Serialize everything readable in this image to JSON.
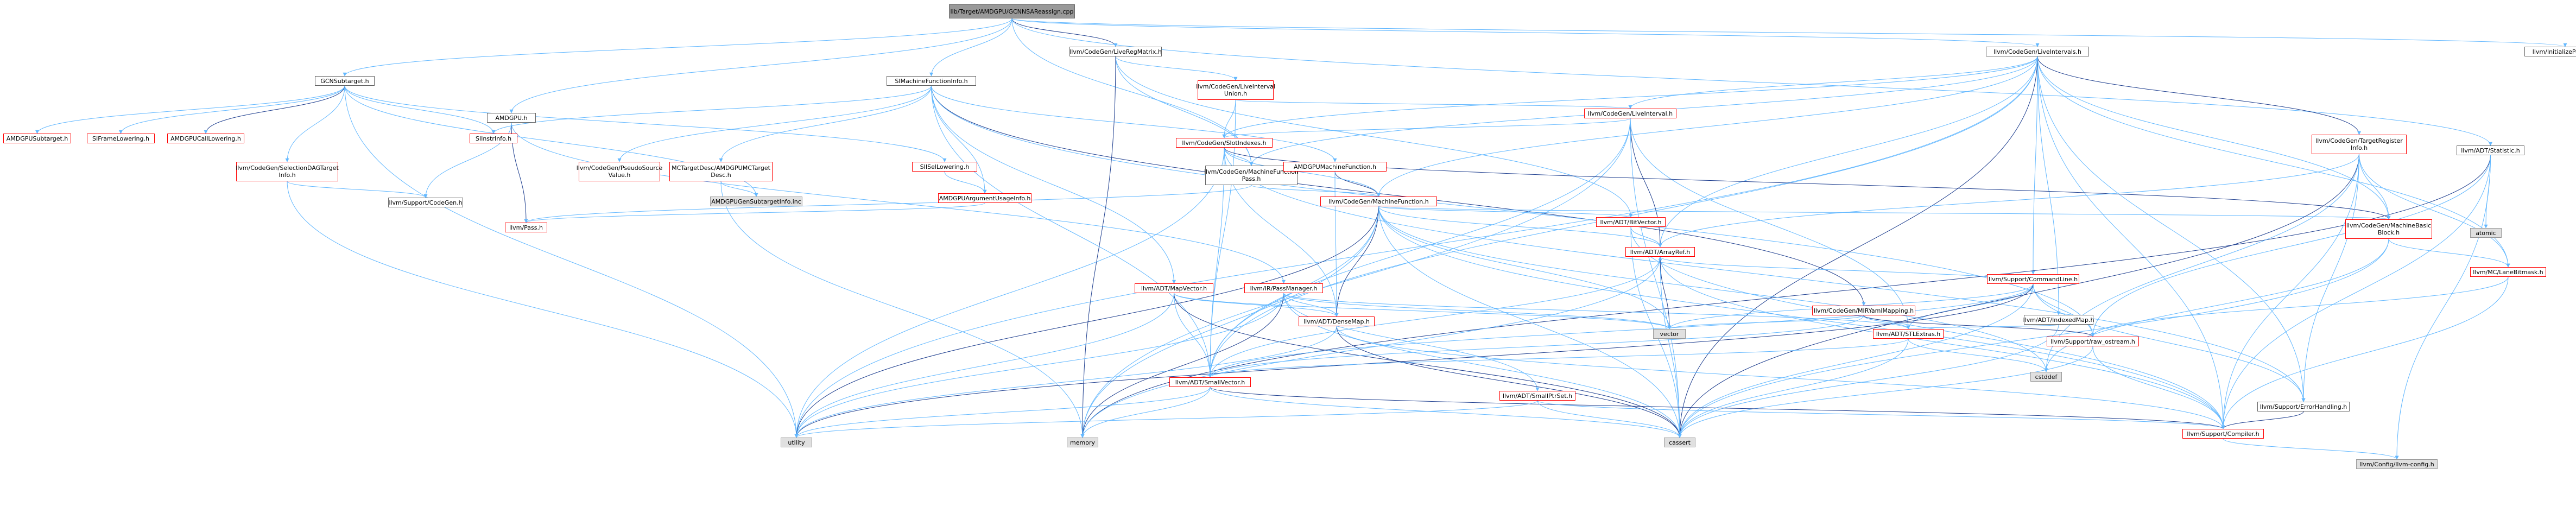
{
  "nodes": [
    {
      "id": "root",
      "label": "lib/Target/AMDGPU/GCNNSAReassign.cpp",
      "kind": "root"
    },
    {
      "id": "gcnsub",
      "label": "GCNSubtarget.h",
      "kind": "normal"
    },
    {
      "id": "amdgpu",
      "label": "AMDGPU.h",
      "kind": "normal"
    },
    {
      "id": "simfi",
      "label": "SIMachineFunctionInfo.h",
      "kind": "normal"
    },
    {
      "id": "lrm",
      "label": "llvm/CodeGen/LiveRegMatrix.h",
      "kind": "normal"
    },
    {
      "id": "lis",
      "label": "llvm/CodeGen/LiveIntervals.h",
      "kind": "normal"
    },
    {
      "id": "mfp",
      "label": "llvm/CodeGen/MachineFunction\nPass.h",
      "kind": "normal"
    },
    {
      "id": "stat",
      "label": "llvm/ADT/Statistic.h",
      "kind": "normal"
    },
    {
      "id": "initp",
      "label": "llvm/InitializePasses.h",
      "kind": "normal"
    },
    {
      "id": "amdsubt",
      "label": "AMDGPUSubtarget.h",
      "kind": "red"
    },
    {
      "id": "siframe",
      "label": "SIFrameLowering.h",
      "kind": "red"
    },
    {
      "id": "amdcall",
      "label": "AMDGPUCallLowering.h",
      "kind": "red"
    },
    {
      "id": "seldag",
      "label": "llvm/CodeGen/SelectionDAGTarget\nInfo.h",
      "kind": "red"
    },
    {
      "id": "siinstr",
      "label": "SIInstrInfo.h",
      "kind": "red"
    },
    {
      "id": "pseudo",
      "label": "llvm/CodeGen/PseudoSource\nValue.h",
      "kind": "red"
    },
    {
      "id": "mctd",
      "label": "MCTargetDesc/AMDGPUMCTarget\nDesc.h",
      "kind": "red"
    },
    {
      "id": "siisel",
      "label": "SIISelLowering.h",
      "kind": "red"
    },
    {
      "id": "amdmf",
      "label": "AMDGPUMachineFunction.h",
      "kind": "red"
    },
    {
      "id": "subinc",
      "label": "AMDGPUGenSubtargetInfo.inc",
      "kind": "grey"
    },
    {
      "id": "argusage",
      "label": "AMDGPUArgumentUsageInfo.h",
      "kind": "red"
    },
    {
      "id": "codegen",
      "label": "llvm/Support/CodeGen.h",
      "kind": "normal"
    },
    {
      "id": "pass",
      "label": "llvm/Pass.h",
      "kind": "red"
    },
    {
      "id": "liu",
      "label": "llvm/CodeGen/LiveInterval\nUnion.h",
      "kind": "red"
    },
    {
      "id": "li",
      "label": "llvm/CodeGen/LiveInterval.h",
      "kind": "red"
    },
    {
      "id": "slot",
      "label": "llvm/CodeGen/SlotIndexes.h",
      "kind": "red"
    },
    {
      "id": "mf",
      "label": "llvm/CodeGen/MachineFunction.h",
      "kind": "red"
    },
    {
      "id": "bitv",
      "label": "llvm/ADT/BitVector.h",
      "kind": "red"
    },
    {
      "id": "mapv",
      "label": "llvm/ADT/MapVector.h",
      "kind": "red"
    },
    {
      "id": "passmgr",
      "label": "llvm/IR/PassManager.h",
      "kind": "red"
    },
    {
      "id": "arrayref",
      "label": "llvm/ADT/ArrayRef.h",
      "kind": "red"
    },
    {
      "id": "cmdline",
      "label": "llvm/Support/CommandLine.h",
      "kind": "red"
    },
    {
      "id": "tri",
      "label": "llvm/CodeGen/TargetRegister\nInfo.h",
      "kind": "red"
    },
    {
      "id": "mbb",
      "label": "llvm/CodeGen/MachineBasic\nBlock.h",
      "kind": "red"
    },
    {
      "id": "mirymap",
      "label": "llvm/CodeGen/MIRYamlMapping.h",
      "kind": "red"
    },
    {
      "id": "indexedmap",
      "label": "llvm/ADT/IndexedMap.h",
      "kind": "normal"
    },
    {
      "id": "lanebm",
      "label": "llvm/MC/LaneBitmask.h",
      "kind": "red"
    },
    {
      "id": "densemap",
      "label": "llvm/ADT/DenseMap.h",
      "kind": "red"
    },
    {
      "id": "stlextras",
      "label": "llvm/ADT/STLExtras.h",
      "kind": "red"
    },
    {
      "id": "rawos",
      "label": "llvm/Support/raw_ostream.h",
      "kind": "red"
    },
    {
      "id": "smallvec",
      "label": "llvm/ADT/SmallVector.h",
      "kind": "red"
    },
    {
      "id": "smallptr",
      "label": "llvm/ADT/SmallPtrSet.h",
      "kind": "red"
    },
    {
      "id": "errh",
      "label": "llvm/Support/ErrorHandling.h",
      "kind": "normal"
    },
    {
      "id": "compiler",
      "label": "llvm/Support/Compiler.h",
      "kind": "red"
    },
    {
      "id": "config",
      "label": "llvm/Config/llvm-config.h",
      "kind": "grey"
    },
    {
      "id": "vector",
      "label": "vector",
      "kind": "grey"
    },
    {
      "id": "cstddef",
      "label": "cstddef",
      "kind": "grey"
    },
    {
      "id": "utility",
      "label": "utility",
      "kind": "grey"
    },
    {
      "id": "memory",
      "label": "memory",
      "kind": "grey"
    },
    {
      "id": "cassert",
      "label": "cassert",
      "kind": "grey"
    },
    {
      "id": "atomic",
      "label": "atomic",
      "kind": "grey"
    }
  ],
  "edges": [
    [
      "root",
      "gcnsub"
    ],
    [
      "root",
      "amdgpu"
    ],
    [
      "root",
      "simfi"
    ],
    [
      "root",
      "lrm"
    ],
    [
      "root",
      "lis"
    ],
    [
      "root",
      "mfp"
    ],
    [
      "root",
      "stat"
    ],
    [
      "root",
      "initp"
    ],
    [
      "gcnsub",
      "amdsubt"
    ],
    [
      "gcnsub",
      "siframe"
    ],
    [
      "gcnsub",
      "amdcall"
    ],
    [
      "gcnsub",
      "seldag"
    ],
    [
      "gcnsub",
      "siinstr"
    ],
    [
      "gcnsub",
      "siisel"
    ],
    [
      "gcnsub",
      "subinc"
    ],
    [
      "gcnsub",
      "utility"
    ],
    [
      "amdgpu",
      "codegen"
    ],
    [
      "amdgpu",
      "pass"
    ],
    [
      "amdgpu",
      "passmgr"
    ],
    [
      "simfi",
      "pseudo"
    ],
    [
      "simfi",
      "mctd"
    ],
    [
      "simfi",
      "amdmf"
    ],
    [
      "simfi",
      "argusage"
    ],
    [
      "simfi",
      "mapv"
    ],
    [
      "simfi",
      "mirymap"
    ],
    [
      "simfi",
      "siinstr"
    ],
    [
      "simfi",
      "smallvec"
    ],
    [
      "simfi",
      "rawos"
    ],
    [
      "lrm",
      "liu"
    ],
    [
      "lrm",
      "bitv"
    ],
    [
      "lrm",
      "mfp"
    ],
    [
      "lrm",
      "memory"
    ],
    [
      "lis",
      "li"
    ],
    [
      "lis",
      "slot"
    ],
    [
      "lis",
      "mfp"
    ],
    [
      "lis",
      "mf"
    ],
    [
      "lis",
      "arrayref"
    ],
    [
      "lis",
      "cmdline"
    ],
    [
      "lis",
      "tri"
    ],
    [
      "lis",
      "mbb"
    ],
    [
      "lis",
      "indexedmap"
    ],
    [
      "lis",
      "lanebm"
    ],
    [
      "lis",
      "smallvec"
    ],
    [
      "lis",
      "errh"
    ],
    [
      "lis",
      "compiler"
    ],
    [
      "lis",
      "cassert"
    ],
    [
      "lis",
      "utility"
    ],
    [
      "mfp",
      "mf"
    ],
    [
      "mfp",
      "pass"
    ],
    [
      "stat",
      "compiler"
    ],
    [
      "stat",
      "config"
    ],
    [
      "stat",
      "atomic"
    ],
    [
      "stat",
      "memory"
    ],
    [
      "stat",
      "rawos"
    ],
    [
      "seldag",
      "codegen"
    ],
    [
      "seldag",
      "utility"
    ],
    [
      "mctd",
      "subinc"
    ],
    [
      "mctd",
      "memory"
    ],
    [
      "siisel",
      "argusage"
    ],
    [
      "amdmf",
      "mf"
    ],
    [
      "amdmf",
      "densemap"
    ],
    [
      "argusage",
      "pass"
    ],
    [
      "liu",
      "li"
    ],
    [
      "liu",
      "slot"
    ],
    [
      "liu",
      "smallvec"
    ],
    [
      "li",
      "slot"
    ],
    [
      "li",
      "arrayref"
    ],
    [
      "li",
      "stlextras"
    ],
    [
      "li",
      "smallvec"
    ],
    [
      "li",
      "cassert"
    ],
    [
      "li",
      "memory"
    ],
    [
      "slot",
      "mfp"
    ],
    [
      "slot",
      "mf"
    ],
    [
      "slot",
      "mbb"
    ],
    [
      "slot",
      "densemap"
    ],
    [
      "slot",
      "smallvec"
    ],
    [
      "slot",
      "errh"
    ],
    [
      "slot",
      "utility"
    ],
    [
      "mf",
      "arrayref"
    ],
    [
      "mf",
      "bitv"
    ],
    [
      "mf",
      "densemap"
    ],
    [
      "mf",
      "smallvec"
    ],
    [
      "mf",
      "mbb"
    ],
    [
      "mf",
      "compiler"
    ],
    [
      "mf",
      "cassert"
    ],
    [
      "mf",
      "cstddef"
    ],
    [
      "mf",
      "memory"
    ],
    [
      "mf",
      "utility"
    ],
    [
      "mf",
      "vector"
    ],
    [
      "bitv",
      "arrayref"
    ],
    [
      "bitv",
      "compiler"
    ],
    [
      "bitv",
      "cassert"
    ],
    [
      "mapv",
      "densemap"
    ],
    [
      "mapv",
      "smallvec"
    ],
    [
      "mapv",
      "cassert"
    ],
    [
      "mapv",
      "utility"
    ],
    [
      "mapv",
      "vector"
    ],
    [
      "passmgr",
      "densemap"
    ],
    [
      "passmgr",
      "stlextras"
    ],
    [
      "passmgr",
      "smallptr"
    ],
    [
      "passmgr",
      "cassert"
    ],
    [
      "passmgr",
      "memory"
    ],
    [
      "passmgr",
      "utility"
    ],
    [
      "passmgr",
      "vector"
    ],
    [
      "arrayref",
      "smallvec"
    ],
    [
      "arrayref",
      "compiler"
    ],
    [
      "arrayref",
      "cassert"
    ],
    [
      "arrayref",
      "memory"
    ],
    [
      "arrayref",
      "vector"
    ],
    [
      "cmdline",
      "arrayref"
    ],
    [
      "cmdline",
      "stlextras"
    ],
    [
      "cmdline",
      "smallvec"
    ],
    [
      "cmdline",
      "errh"
    ],
    [
      "cmdline",
      "rawos"
    ],
    [
      "cmdline",
      "cassert"
    ],
    [
      "cmdline",
      "utility"
    ],
    [
      "cmdline",
      "vector"
    ],
    [
      "tri",
      "arrayref"
    ],
    [
      "tri",
      "mbb"
    ],
    [
      "tri",
      "lanebm"
    ],
    [
      "tri",
      "compiler"
    ],
    [
      "tri",
      "errh"
    ],
    [
      "tri",
      "cassert"
    ],
    [
      "tri",
      "cstddef"
    ],
    [
      "mbb",
      "lanebm"
    ],
    [
      "mbb",
      "cassert"
    ],
    [
      "mbb",
      "cstddef"
    ],
    [
      "mirymap",
      "smallvec"
    ],
    [
      "mirymap",
      "stlextras"
    ],
    [
      "mirymap",
      "rawos"
    ],
    [
      "mirymap",
      "vector"
    ],
    [
      "indexedmap",
      "stlextras"
    ],
    [
      "indexedmap",
      "cassert"
    ],
    [
      "lanebm",
      "compiler"
    ],
    [
      "lanebm",
      "rawos"
    ],
    [
      "densemap",
      "compiler"
    ],
    [
      "densemap",
      "cassert"
    ],
    [
      "densemap",
      "utility"
    ],
    [
      "stlextras",
      "smallvec"
    ],
    [
      "stlextras",
      "cassert"
    ],
    [
      "stlextras",
      "cstddef"
    ],
    [
      "rawos",
      "compiler"
    ],
    [
      "rawos",
      "cassert"
    ],
    [
      "smallvec",
      "compiler"
    ],
    [
      "smallvec",
      "cassert"
    ],
    [
      "smallvec",
      "memory"
    ],
    [
      "smallvec",
      "utility"
    ],
    [
      "smallptr",
      "compiler"
    ],
    [
      "smallptr",
      "cassert"
    ],
    [
      "smallptr",
      "utility"
    ],
    [
      "errh",
      "compiler"
    ],
    [
      "compiler",
      "config"
    ]
  ],
  "colors": {
    "edge_main": "#63b8ff",
    "edge_alt": "#1f3f8f",
    "node_border": "#666666",
    "node_border_red": "#ff0000",
    "root_fill": "#999999",
    "grey_fill": "#e0e0e0"
  }
}
